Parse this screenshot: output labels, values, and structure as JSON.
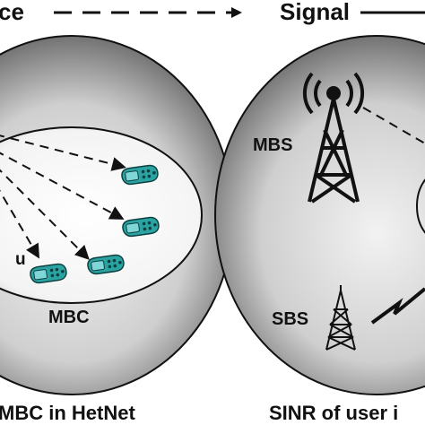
{
  "header": {
    "left_fragment": "ce",
    "right_word": "Signal"
  },
  "left_panel": {
    "inner_label": "MBC",
    "user_label": "u",
    "caption": "MBC in HetNet"
  },
  "right_panel": {
    "macro_label": "MBS",
    "small_label": "SBS",
    "caption": "SINR of user i"
  },
  "colors": {
    "teal_device": "#2aa3a3",
    "ellipse_dark": "#4a4a4a",
    "ellipse_light": "#e6e6e6",
    "stroke": "#111111"
  }
}
